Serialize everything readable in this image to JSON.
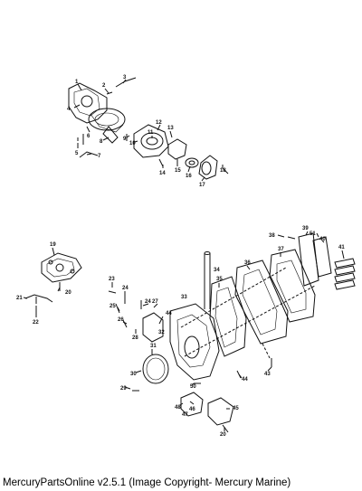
{
  "caption": "MercuryPartsOnline v2.5.1 (Image Copyright- Mercury Marine)",
  "callouts": [
    "1",
    "2",
    "3",
    "4",
    "5",
    "6",
    "7",
    "8",
    "9",
    "10",
    "11",
    "12",
    "13",
    "14",
    "15",
    "16",
    "17",
    "18",
    "19",
    "20",
    "21",
    "22",
    "23",
    "24",
    "25",
    "26",
    "27",
    "28",
    "29",
    "30",
    "31",
    "32",
    "33",
    "34",
    "35",
    "36",
    "37",
    "38",
    "39",
    "40",
    "41",
    "43",
    "44",
    "45",
    "46",
    "47",
    "48",
    "50",
    "51"
  ]
}
